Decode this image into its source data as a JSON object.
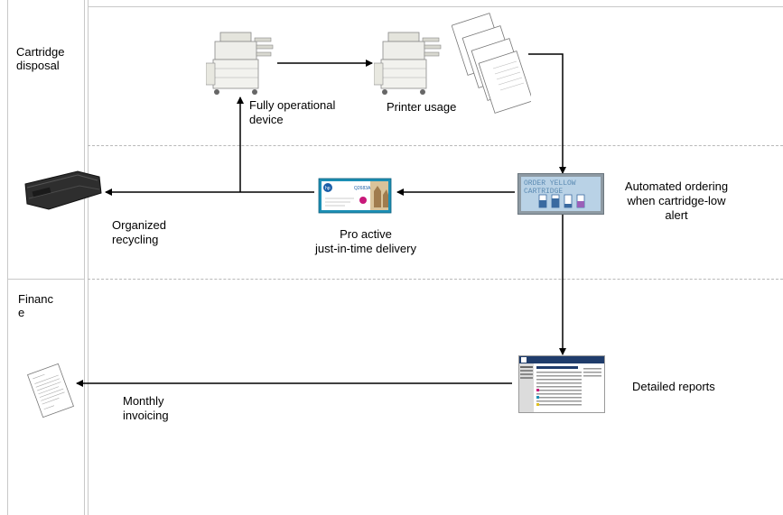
{
  "lanes": {
    "top": "Cartridge\ndisposal",
    "bottom": "Financ\ne"
  },
  "labels": {
    "fully_operational": "Fully operational\ndevice",
    "printer_usage": "Printer usage",
    "automated_ordering": "Automated ordering\nwhen cartridge-low\nalert",
    "organized_recycling": "Organized\nrecycling",
    "pro_active": "Pro active\njust-in-time delivery",
    "detailed_reports": "Detailed reports",
    "monthly_invoicing": "Monthly\ninvoicing"
  },
  "display_panel": {
    "line1": "ORDER YELLOW",
    "line2": "CARTRIDGE"
  },
  "toner_box": {
    "brand": "hp",
    "model": "Q2683A"
  },
  "colors": {
    "lane_border": "#c8c8c8",
    "dash": "#b8b8b8",
    "arrow": "#000000",
    "panel_bg": "#b9d2e6",
    "panel_text": "#5c8bb3",
    "toner_box_teal": "#1c8fb5",
    "toner_magenta": "#c8187a"
  },
  "icons": [
    "printer-icon",
    "printer-icon",
    "documents-icon",
    "toner-cartridge-icon",
    "toner-box-icon",
    "lcd-panel-icon",
    "report-screenshot-icon",
    "invoice-icon"
  ]
}
